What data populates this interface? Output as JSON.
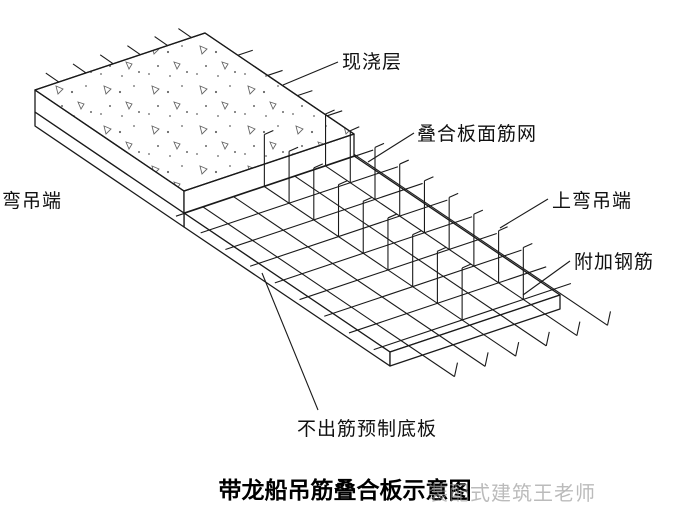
{
  "diagram": {
    "title": "带龙船吊筋叠合板示意图",
    "watermark": "装配式建筑王老师",
    "labels": {
      "cast_in_place_layer": "现浇层",
      "composite_mesh": "叠合板面筋网",
      "upper_bent_end": "上弯吊端",
      "additional_rebar": "附加钢筋",
      "left_bent_end": "弯吊端",
      "precast_bottom_board": "不出筋预制底板"
    },
    "colors": {
      "line": "#1a1a1a",
      "background": "#ffffff",
      "watermark_gray": "#8f8f8f"
    }
  }
}
